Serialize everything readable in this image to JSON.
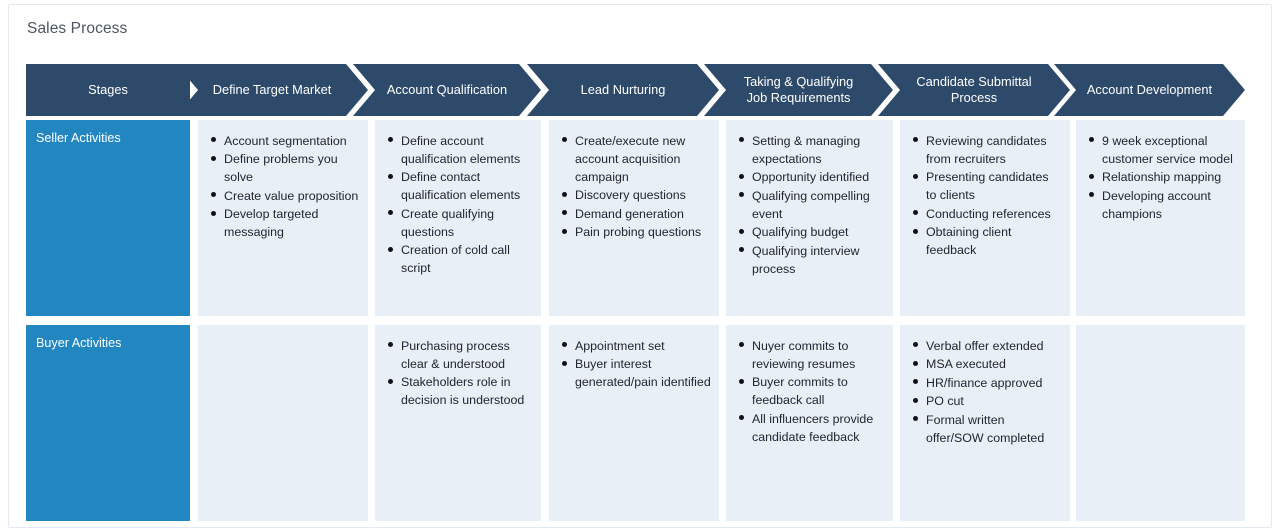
{
  "page": {
    "title": "Sales Process"
  },
  "colors": {
    "stage_header": "#2E4A6B",
    "row_label": "#2287C0",
    "cell_background": "#E8EFF7",
    "title_text": "#4A5660",
    "body_text": "#20262B",
    "frame_border": "#E3E9F0"
  },
  "header": {
    "first_label": "Stages",
    "stages": [
      {
        "label": "Define Target Market"
      },
      {
        "label": "Account Qualification"
      },
      {
        "label": "Lead Nurturing"
      },
      {
        "label": "Taking & Qualifying\nJob Requirements"
      },
      {
        "label": "Candidate Submittal\nProcess"
      },
      {
        "label": "Account Development"
      }
    ]
  },
  "rows": [
    {
      "label": "Seller Activities",
      "cells": [
        {
          "stage": "Define Target Market",
          "items": [
            "Account segmentation",
            "Define problems you solve",
            "Create value proposition",
            "Develop targeted messaging"
          ]
        },
        {
          "stage": "Account Qualification",
          "items": [
            "Define account qualification elements",
            "Define contact qualification elements",
            "Create qualifying questions",
            "Creation of cold call script"
          ]
        },
        {
          "stage": "Lead Nurturing",
          "items": [
            "Create/execute new account acquisition campaign",
            "Discovery questions",
            "Demand generation",
            "Pain probing questions"
          ]
        },
        {
          "stage": "Taking & Qualifying Job Requirements",
          "items": [
            "Setting & managing expectations",
            "Opportunity identified",
            "Qualifying compelling event",
            "Qualifying budget",
            "Qualifying interview process"
          ]
        },
        {
          "stage": "Candidate Submittal Process",
          "items": [
            "Reviewing candidates from recruiters",
            "Presenting candidates to clients",
            "Conducting references",
            "Obtaining client feedback"
          ]
        },
        {
          "stage": "Account Development",
          "items": [
            "9 week exceptional customer service model",
            "Relationship mapping",
            "Developing account champions"
          ]
        }
      ]
    },
    {
      "label": "Buyer Activities",
      "cells": [
        {
          "stage": "Define Target Market",
          "items": []
        },
        {
          "stage": "Account Qualification",
          "items": [
            "Purchasing process clear & understood",
            "Stakeholders role in decision is understood"
          ]
        },
        {
          "stage": "Lead Nurturing",
          "items": [
            "Appointment set",
            "Buyer interest generated/pain identified"
          ]
        },
        {
          "stage": "Taking & Qualifying Job Requirements",
          "items": [
            "Nuyer commits to reviewing resumes",
            "Buyer commits to feedback call",
            "All influencers provide candidate feedback"
          ]
        },
        {
          "stage": "Candidate Submittal Process",
          "items": [
            "Verbal offer extended",
            "MSA executed",
            "HR/finance approved",
            "PO cut",
            "Formal written offer/SOW completed"
          ]
        },
        {
          "stage": "Account Development",
          "items": []
        }
      ]
    }
  ]
}
